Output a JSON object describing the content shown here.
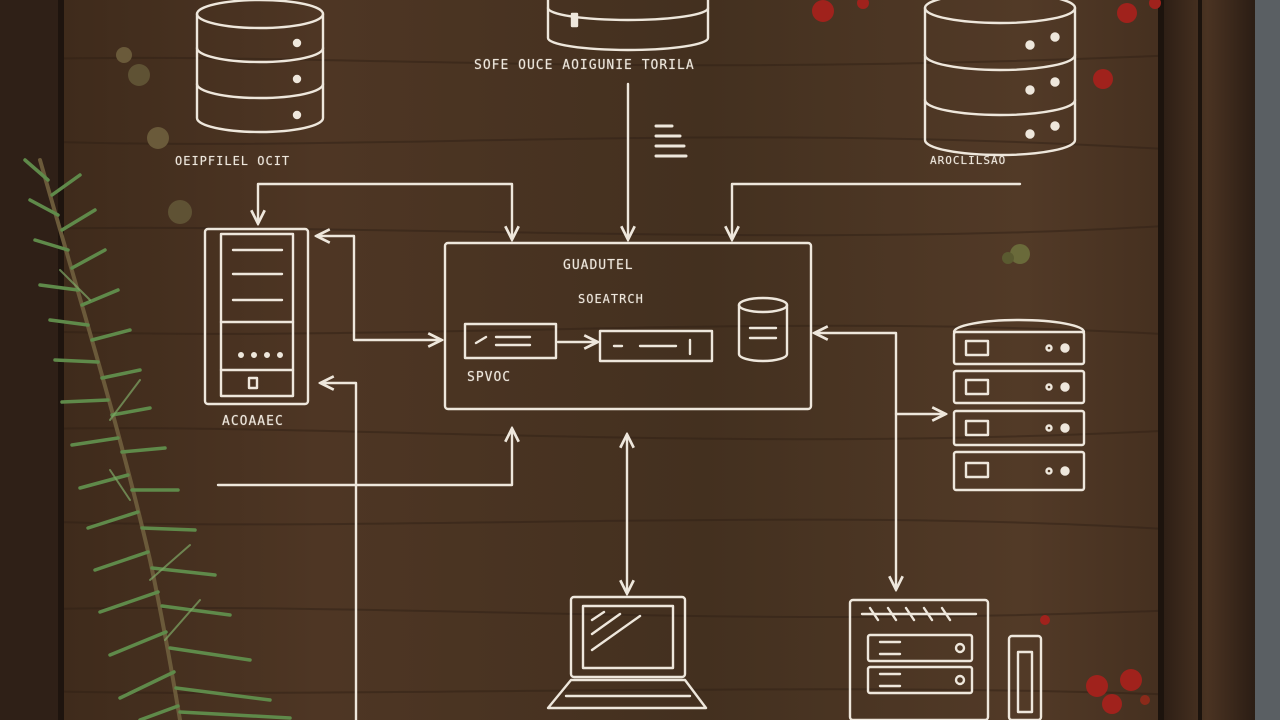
{
  "colors": {
    "wood_dark": "#2a1c14",
    "wood_mid": "#4a3424",
    "wood_light": "#6b4a33",
    "chalk": "#eee7dc",
    "frame_right": "#3a2a20",
    "wall": "#5a5f63",
    "rosemary": "#5f8a4a",
    "peppercorn_red": "#a0221c",
    "peppercorn_brown": "#6a5a3a"
  },
  "diagram": {
    "top_center_label": "SOFE OUCE  AOIGUNIE TORILA",
    "top_left_label": "OEIPFILEL OCIT",
    "top_right_label": "AROCLILSAO",
    "core_title": "GUADUTEL",
    "core_subtitle": "SOEATRCH",
    "core_service_label": "SPVOC",
    "left_server_label": "ACOAAEC"
  },
  "icons": [
    "database-icon",
    "server-tower-icon",
    "server-rack-icon",
    "laptop-icon",
    "monitor-icon",
    "menu-lines-icon"
  ],
  "decor": [
    "rosemary-sprig",
    "peppercorns",
    "wooden-frame",
    "stone-wall"
  ]
}
